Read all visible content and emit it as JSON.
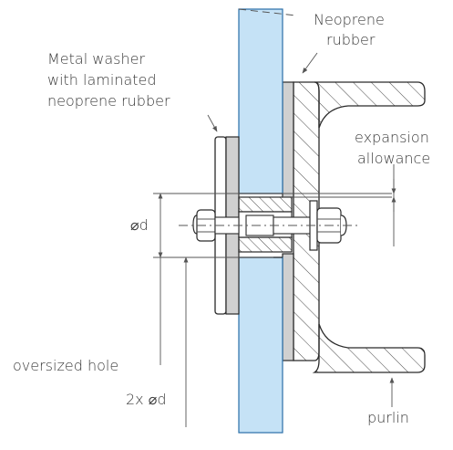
{
  "labels": {
    "neoprene_rubber": [
      "Neoprene",
      "rubber"
    ],
    "metal_washer": [
      "Metal washer",
      "with laminated",
      "neoprene rubber"
    ],
    "expansion_allowance": [
      "expansion",
      "allowance"
    ],
    "diameter": "⌀d",
    "oversized_hole": "oversized hole",
    "double_diameter": "2x ⌀d",
    "purlin": "purlin"
  },
  "colors": {
    "glass": "#c5e2f6",
    "glass_edge": "#2a6fa8",
    "rubber": "#d0d0d0",
    "line": "#2a2a2a"
  }
}
